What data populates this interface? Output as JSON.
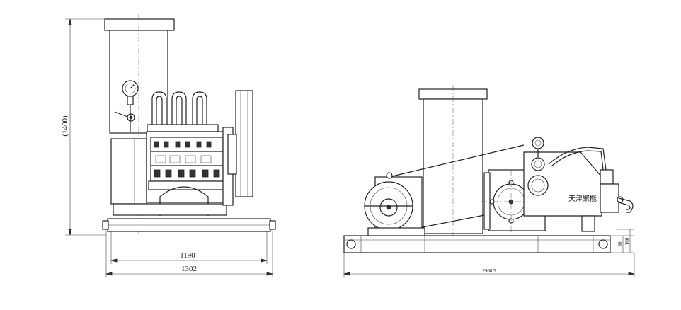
{
  "front_view": {
    "dim_height": "(1400)",
    "dim_inner_width": "1190",
    "dim_outer_width": "1302"
  },
  "side_view": {
    "nameplate": "天津聚能",
    "dim_length": "2960.5",
    "dim_small_1": "80",
    "dim_small_2": "160"
  },
  "colors": {
    "line": "#222222",
    "background": "#ffffff"
  }
}
